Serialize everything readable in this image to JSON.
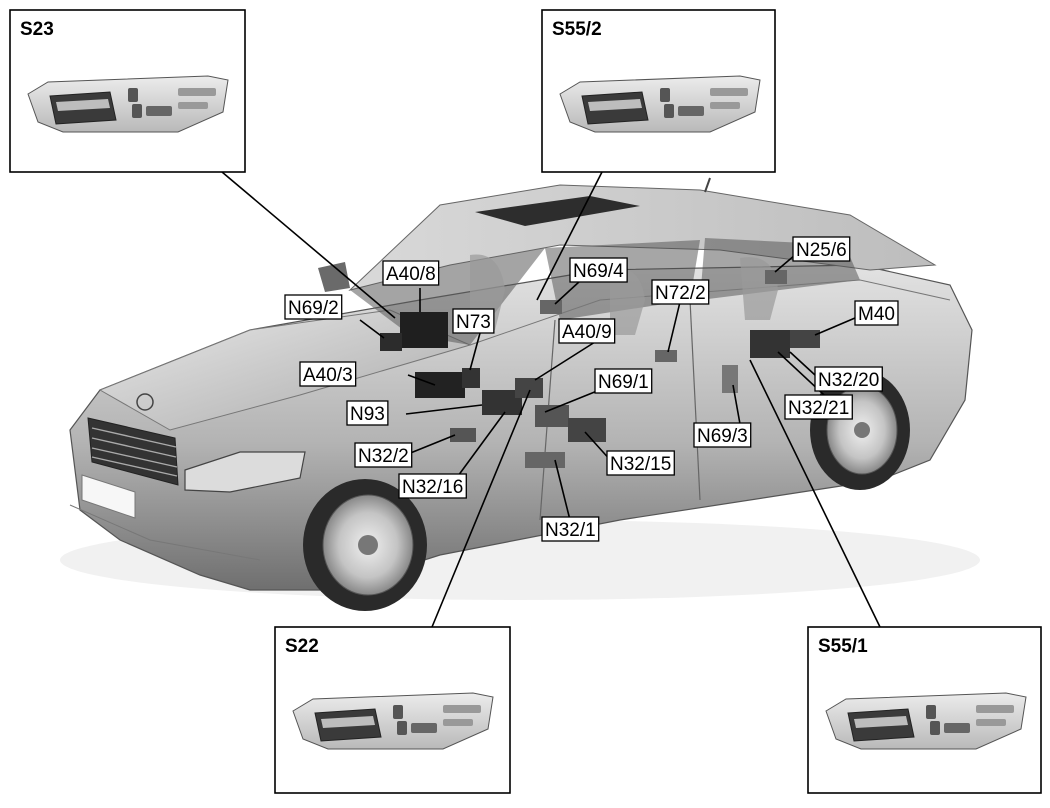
{
  "insets": [
    {
      "id": "S23",
      "label": "S23"
    },
    {
      "id": "S55/2",
      "label": "S55/2"
    },
    {
      "id": "S22",
      "label": "S22"
    },
    {
      "id": "S55/1",
      "label": "S55/1"
    }
  ],
  "callouts": [
    {
      "id": "A40/8",
      "label": "A40/8"
    },
    {
      "id": "N69/2",
      "label": "N69/2"
    },
    {
      "id": "N73",
      "label": "N73"
    },
    {
      "id": "N69/4",
      "label": "N69/4"
    },
    {
      "id": "N72/2",
      "label": "N72/2"
    },
    {
      "id": "N25/6",
      "label": "N25/6"
    },
    {
      "id": "M40",
      "label": "M40"
    },
    {
      "id": "A40/9",
      "label": "A40/9"
    },
    {
      "id": "A40/3",
      "label": "A40/3"
    },
    {
      "id": "N69/1",
      "label": "N69/1"
    },
    {
      "id": "N32/20",
      "label": "N32/20"
    },
    {
      "id": "N93",
      "label": "N93"
    },
    {
      "id": "N32/21",
      "label": "N32/21"
    },
    {
      "id": "N69/3",
      "label": "N69/3"
    },
    {
      "id": "N32/2",
      "label": "N32/2"
    },
    {
      "id": "N32/15",
      "label": "N32/15"
    },
    {
      "id": "N32/16",
      "label": "N32/16"
    },
    {
      "id": "N32/1",
      "label": "N32/1"
    }
  ],
  "colors": {
    "line": "#000000",
    "body_light": "#d8d8d8",
    "body_mid": "#a9a9a9",
    "body_dark": "#5e5e5e",
    "glass": "#4a4a4a"
  }
}
